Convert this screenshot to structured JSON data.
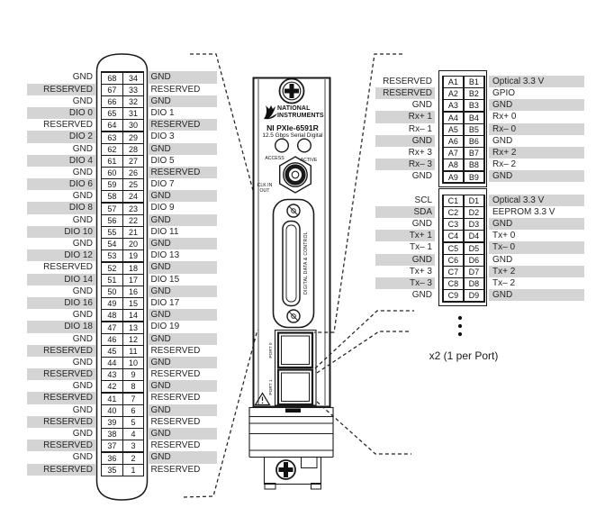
{
  "figure": {
    "note": "x2 (1 per Port)",
    "colors": {
      "band": "#d4d4d4",
      "ink": "#1a1a1a"
    },
    "module": {
      "brand_line1": "NATIONAL",
      "brand_line2": "INSTRUMENTS",
      "model": "NI PXIe-6591R",
      "subtitle": "12.5 Gbps Serial Digital",
      "led_access": "ACCESS",
      "led_active": "ACTIVE",
      "clk_line1": "CLK IN",
      "clk_line2": "OUT",
      "connector_label": "DIGITAL DATA & CONTROL",
      "port0_label": "PORT 0",
      "port1_label": "PORT 1"
    },
    "dio_table": {
      "rows": [
        {
          "l": "GND",
          "lp": "68",
          "rp": "34",
          "r": "GND"
        },
        {
          "l": "RESERVED",
          "lp": "67",
          "rp": "33",
          "r": "RESERVED"
        },
        {
          "l": "GND",
          "lp": "66",
          "rp": "32",
          "r": "GND"
        },
        {
          "l": "DIO 0",
          "lp": "65",
          "rp": "31",
          "r": "DIO 1"
        },
        {
          "l": "RESERVED",
          "lp": "64",
          "rp": "30",
          "r": "RESERVED"
        },
        {
          "l": "DIO 2",
          "lp": "63",
          "rp": "29",
          "r": "DIO 3"
        },
        {
          "l": "GND",
          "lp": "62",
          "rp": "28",
          "r": "GND"
        },
        {
          "l": "DIO 4",
          "lp": "61",
          "rp": "27",
          "r": "DIO 5"
        },
        {
          "l": "GND",
          "lp": "60",
          "rp": "26",
          "r": "RESERVED"
        },
        {
          "l": "DIO 6",
          "lp": "59",
          "rp": "25",
          "r": "DIO 7"
        },
        {
          "l": "GND",
          "lp": "58",
          "rp": "24",
          "r": "GND"
        },
        {
          "l": "DIO 8",
          "lp": "57",
          "rp": "23",
          "r": "DIO 9"
        },
        {
          "l": "GND",
          "lp": "56",
          "rp": "22",
          "r": "GND"
        },
        {
          "l": "DIO 10",
          "lp": "55",
          "rp": "21",
          "r": "DIO 11"
        },
        {
          "l": "GND",
          "lp": "54",
          "rp": "20",
          "r": "GND"
        },
        {
          "l": "DIO 12",
          "lp": "53",
          "rp": "19",
          "r": "DIO 13"
        },
        {
          "l": "RESERVED",
          "lp": "52",
          "rp": "18",
          "r": "GND"
        },
        {
          "l": "DIO 14",
          "lp": "51",
          "rp": "17",
          "r": "DIO 15"
        },
        {
          "l": "GND",
          "lp": "50",
          "rp": "16",
          "r": "GND"
        },
        {
          "l": "DIO 16",
          "lp": "49",
          "rp": "15",
          "r": "DIO 17"
        },
        {
          "l": "GND",
          "lp": "48",
          "rp": "14",
          "r": "GND"
        },
        {
          "l": "DIO 18",
          "lp": "47",
          "rp": "13",
          "r": "DIO 19"
        },
        {
          "l": "GND",
          "lp": "46",
          "rp": "12",
          "r": "GND"
        },
        {
          "l": "RESERVED",
          "lp": "45",
          "rp": "11",
          "r": "RESERVED"
        },
        {
          "l": "GND",
          "lp": "44",
          "rp": "10",
          "r": "GND"
        },
        {
          "l": "RESERVED",
          "lp": "43",
          "rp": "9",
          "r": "RESERVED"
        },
        {
          "l": "GND",
          "lp": "42",
          "rp": "8",
          "r": "GND"
        },
        {
          "l": "RESERVED",
          "lp": "41",
          "rp": "7",
          "r": "RESERVED"
        },
        {
          "l": "GND",
          "lp": "40",
          "rp": "6",
          "r": "GND"
        },
        {
          "l": "RESERVED",
          "lp": "39",
          "rp": "5",
          "r": "RESERVED"
        },
        {
          "l": "GND",
          "lp": "38",
          "rp": "4",
          "r": "GND"
        },
        {
          "l": "RESERVED",
          "lp": "37",
          "rp": "3",
          "r": "RESERVED"
        },
        {
          "l": "GND",
          "lp": "36",
          "rp": "2",
          "r": "GND"
        },
        {
          "l": "RESERVED",
          "lp": "35",
          "rp": "1",
          "r": "RESERVED"
        }
      ]
    },
    "ab_table": {
      "rows": [
        {
          "l": "RESERVED",
          "lp": "A1",
          "rp": "B1",
          "r": "Optical 3.3 V"
        },
        {
          "l": "RESERVED",
          "lp": "A2",
          "rp": "B2",
          "r": "GPIO"
        },
        {
          "l": "GND",
          "lp": "A3",
          "rp": "B3",
          "r": "GND"
        },
        {
          "l": "Rx+ 1",
          "lp": "A4",
          "rp": "B4",
          "r": "Rx+ 0"
        },
        {
          "l": "Rx– 1",
          "lp": "A5",
          "rp": "B5",
          "r": "Rx– 0"
        },
        {
          "l": "GND",
          "lp": "A6",
          "rp": "B6",
          "r": "GND"
        },
        {
          "l": "Rx+ 3",
          "lp": "A7",
          "rp": "B7",
          "r": "Rx+ 2"
        },
        {
          "l": "Rx– 3",
          "lp": "A8",
          "rp": "B8",
          "r": "Rx– 2"
        },
        {
          "l": "GND",
          "lp": "A9",
          "rp": "B9",
          "r": "GND"
        }
      ]
    },
    "cd_table": {
      "rows": [
        {
          "l": "SCL",
          "lp": "C1",
          "rp": "D1",
          "r": "Optical 3.3 V"
        },
        {
          "l": "SDA",
          "lp": "C2",
          "rp": "D2",
          "r": "EEPROM 3.3 V"
        },
        {
          "l": "GND",
          "lp": "C3",
          "rp": "D3",
          "r": "GND"
        },
        {
          "l": "Tx+ 1",
          "lp": "C4",
          "rp": "D4",
          "r": "Tx+ 0"
        },
        {
          "l": "Tx– 1",
          "lp": "C5",
          "rp": "D5",
          "r": "Tx– 0"
        },
        {
          "l": "GND",
          "lp": "C6",
          "rp": "D6",
          "r": "GND"
        },
        {
          "l": "Tx+ 3",
          "lp": "C7",
          "rp": "D7",
          "r": "Tx+ 2"
        },
        {
          "l": "Tx– 3",
          "lp": "C8",
          "rp": "D8",
          "r": "Tx– 2"
        },
        {
          "l": "GND",
          "lp": "C9",
          "rp": "D9",
          "r": "GND"
        }
      ]
    }
  }
}
